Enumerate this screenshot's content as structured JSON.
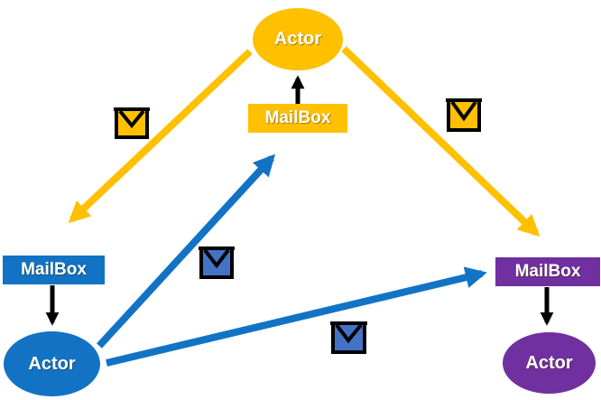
{
  "diagram": {
    "nodes": {
      "top_actor": {
        "label": "Actor"
      },
      "top_mailbox": {
        "label": "MailBox"
      },
      "left_actor": {
        "label": "Actor"
      },
      "left_mailbox": {
        "label": "MailBox"
      },
      "right_actor": {
        "label": "Actor"
      },
      "right_mailbox": {
        "label": "MailBox"
      }
    },
    "colors": {
      "gold": "#FFC000",
      "blue": "#1273C5",
      "envelope_blue": "#4472C4",
      "purple": "#7030A0",
      "black": "#000000",
      "label_text": "#FFFFFF"
    },
    "icons": {
      "envelope": "✉"
    },
    "edges": [
      {
        "from": "top_actor",
        "to": "left_mailbox",
        "color": "gold",
        "icon": "envelope"
      },
      {
        "from": "top_actor",
        "to": "right_mailbox",
        "color": "gold",
        "icon": "envelope"
      },
      {
        "from": "left_actor",
        "to": "top_mailbox",
        "color": "blue",
        "icon": "envelope"
      },
      {
        "from": "left_actor",
        "to": "right_mailbox",
        "color": "blue",
        "icon": "envelope"
      },
      {
        "from": "top_mailbox",
        "to": "top_actor",
        "color": "black"
      },
      {
        "from": "left_mailbox",
        "to": "left_actor",
        "color": "black"
      },
      {
        "from": "right_mailbox",
        "to": "right_actor",
        "color": "black"
      }
    ]
  }
}
